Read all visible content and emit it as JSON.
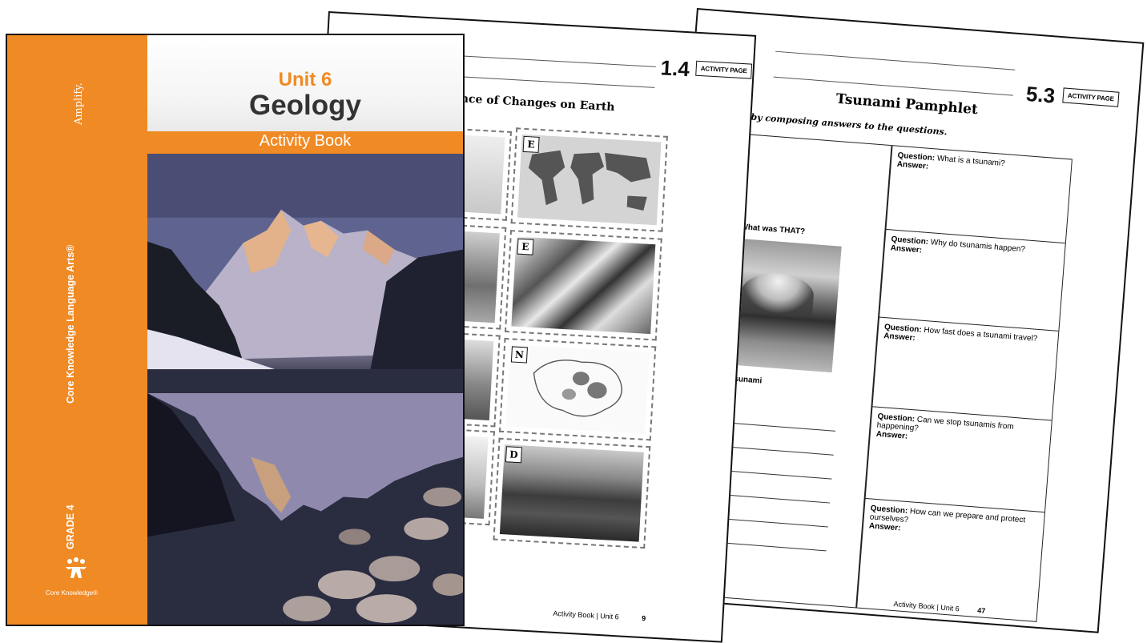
{
  "tsunami_page": {
    "page_number": "5.3",
    "badge": "ACTIVITY PAGE",
    "title": "Tsunami Pamphlet",
    "subtitle": "phlet by composing answers to the questions.",
    "left_caption_1": "n: What was THAT?",
    "left_caption_2": ": A tsunami",
    "questions": [
      {
        "label": "Question:",
        "text": "What is a tsunami?",
        "answer": "Answer:"
      },
      {
        "label": "Question:",
        "text": "Why do tsunamis happen?",
        "answer": "Answer:"
      },
      {
        "label": "Question:",
        "text": "How fast does a tsunami travel?",
        "answer": "Answer:"
      },
      {
        "label": "Question:",
        "text": "Can we stop tsunamis from happening?",
        "answer": "Answer:"
      },
      {
        "label": "Question:",
        "text": "How can we prepare and protect ourselves?",
        "answer": "Answer:"
      }
    ],
    "footer": "Activity Book | Unit 6",
    "footer_page": "47"
  },
  "evidence_page": {
    "page_number": "1.4",
    "badge": "ACTIVITY PAGE",
    "title": "dence of Changes on Earth",
    "letters": [
      "E",
      "E",
      "N",
      "D"
    ],
    "footer": "Activity Book | Unit 6",
    "footer_page": "9"
  },
  "cover": {
    "publisher": "Amplify.",
    "unit": "Unit 6",
    "title": "Geology",
    "subtitle": "Activity Book",
    "series": "Core Knowledge Language Arts®",
    "grade": "GRADE 4",
    "logo_text": "Core Knowledge®",
    "colors": {
      "orange": "#f08a24",
      "title_gray": "#333333"
    }
  }
}
